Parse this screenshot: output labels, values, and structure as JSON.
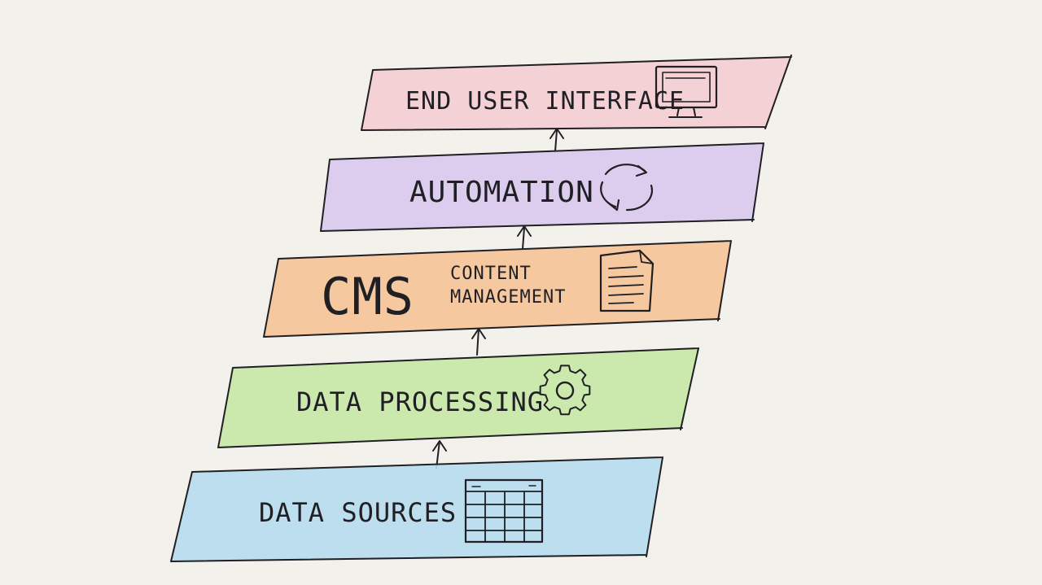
{
  "layers": [
    {
      "id": "end-user-interface",
      "label": "END USER INTERFACE",
      "fill": "#f4cdd3",
      "icon": "monitor-icon"
    },
    {
      "id": "automation",
      "label": "AUTOMATION",
      "fill": "#d9c9f0",
      "icon": "cycle-arrows-icon"
    },
    {
      "id": "cms",
      "label": "CMS",
      "sublabel_line1": "CONTENT",
      "sublabel_line2": "MANAGEMENT",
      "fill": "#f6c398",
      "icon": "document-icon"
    },
    {
      "id": "data-processing",
      "label": "DATA PROCESSING",
      "fill": "#c7e8a6",
      "icon": "gear-icon"
    },
    {
      "id": "data-sources",
      "label": "DATA SOURCES",
      "fill": "#b7dcf0",
      "icon": "spreadsheet-icon"
    }
  ],
  "connector": "arrow-up-icon"
}
